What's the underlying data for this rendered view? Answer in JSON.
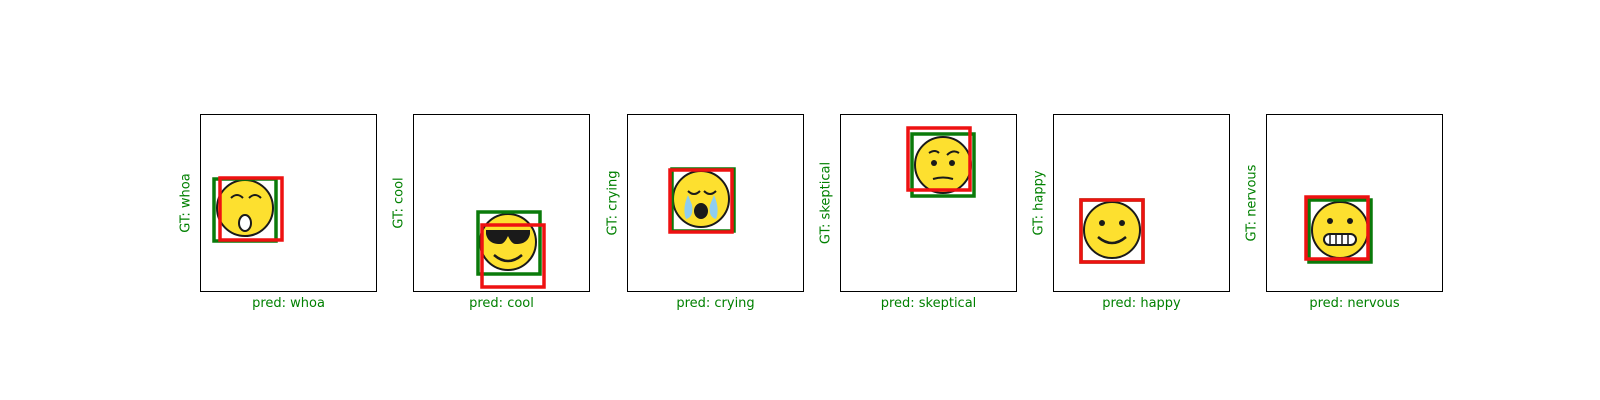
{
  "figure": {
    "panels": [
      {
        "gt_label": "GT: whoa",
        "pred_label": "pred: whoa",
        "emoji": "whoa-face-icon"
      },
      {
        "gt_label": "GT: cool",
        "pred_label": "pred: cool",
        "emoji": "cool-sunglasses-face-icon"
      },
      {
        "gt_label": "GT: crying",
        "pred_label": "pred: crying",
        "emoji": "crying-face-icon"
      },
      {
        "gt_label": "GT: skeptical",
        "pred_label": "pred: skeptical",
        "emoji": "skeptical-face-icon"
      },
      {
        "gt_label": "GT: happy",
        "pred_label": "pred: happy",
        "emoji": "happy-face-icon"
      },
      {
        "gt_label": "GT: nervous",
        "pred_label": "pred: nervous",
        "emoji": "nervous-grimace-face-icon"
      }
    ],
    "colors": {
      "label": "#008000",
      "gt_box": "#0a7a0a",
      "pred_box": "#ee1111",
      "emoji_fill": "#fde02f",
      "emoji_outline": "#1a1a1a"
    }
  }
}
